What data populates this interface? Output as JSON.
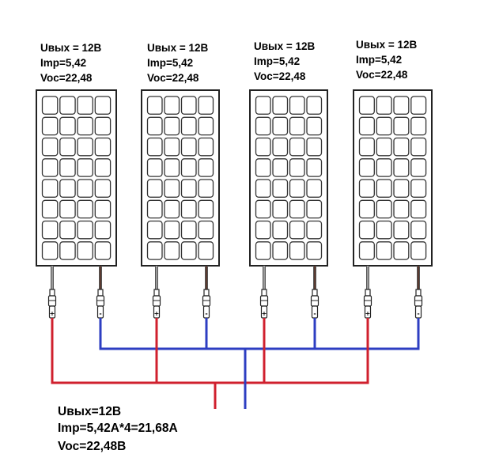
{
  "panels": [
    {
      "id": "p1",
      "uout": "Uвых = 12В",
      "imp": "Imp=5,42",
      "voc": "Voc=22,48",
      "plus": "+",
      "minus": "-"
    },
    {
      "id": "p2",
      "uout": "Uвых = 12В",
      "imp": "Imp=5,42",
      "voc": "Voc=22,48",
      "plus": "+",
      "minus": "-"
    },
    {
      "id": "p3",
      "uout": "Uвых = 12В",
      "imp": "Imp=5,42",
      "voc": "Voc=22,48",
      "plus": "+",
      "minus": "-"
    },
    {
      "id": "p4",
      "uout": "Uвых = 12В",
      "imp": "Imp=5,42",
      "voc": "Voc=22,48",
      "plus": "+",
      "minus": "-"
    }
  ],
  "panel_grid": {
    "columns": 4,
    "rows": 8
  },
  "summary": {
    "uout": "Uвых=12В",
    "imp": "Imp=5,42A*4=21,68A",
    "voc": "Voc=22,48В"
  },
  "colors": {
    "positive_wire": "#d0202e",
    "negative_wire": "#2d3ec2",
    "panel_stroke": "#222222",
    "lead_positive": "#9a9a9a",
    "lead_negative": "#5a3a30"
  }
}
